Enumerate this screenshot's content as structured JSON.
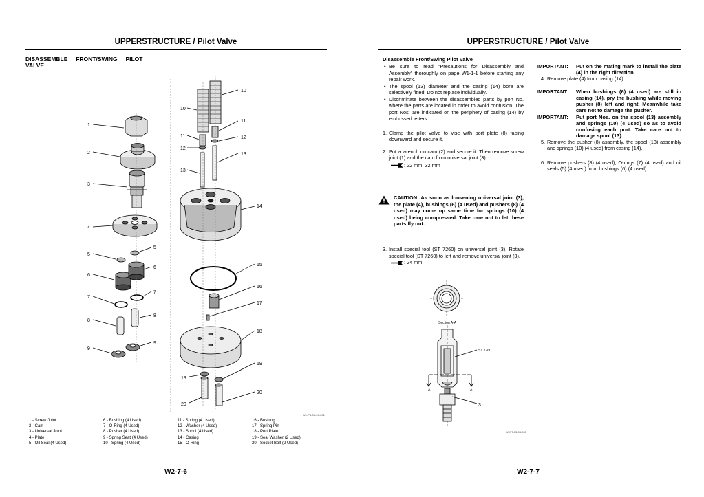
{
  "left_page": {
    "header": "UPPERSTRUCTURE / Pilot Valve",
    "section_title_line1": "DISASSEMBLE     FRONT/SWING     PILOT",
    "section_title_line2": "VALVE",
    "figure_code": "W1-P3-03-07-001",
    "callouts": [
      "1",
      "2",
      "3",
      "4",
      "5",
      "5",
      "6",
      "6",
      "7",
      "7",
      "8",
      "8",
      "9",
      "9",
      "10",
      "10",
      "11",
      "11",
      "12",
      "12",
      "13",
      "13",
      "14",
      "15",
      "16",
      "17",
      "18",
      "19",
      "19",
      "20",
      "20"
    ],
    "legend_col1": [
      "1 -  Screw Joint",
      "2 -  Cam",
      "3 -  Universal Joint",
      "4 -  Plate",
      "5 -  Oil Seal (4 Used)"
    ],
    "legend_col2": [
      "6 -  Bushing (4 Used)",
      "7 -  O-Ring (4 Used)",
      "8 -  Pusher (4 Used)",
      "9 -  Spring Seat (4 Used)",
      "10 - Spring (4 Used)"
    ],
    "legend_col3": [
      "11 - Spring (4 Used)",
      "12 - Washer (4 Used)",
      "13 - Spool (4 Used)",
      "14 - Casing",
      "15 - O-Ring"
    ],
    "legend_col4": [
      "16 - Bushing",
      "17 - Spring Pin",
      "18 - Port Plate",
      "19 - Seal Washer (2 Used)",
      "20 - Socket Bolt (2 Used)"
    ],
    "footer": "W2-7-6"
  },
  "right_page": {
    "header": "UPPERSTRUCTURE / Pilot Valve",
    "section_title": "Disassemble Front/Swing Pilot Valve",
    "bullets": [
      "Be sure to read \"Precautions for Disassembly and Assembly\" thoroughly on page W1-1-1 before starting any repair work.",
      "The spool (13) diameter and the casing (14) bore are selectively fitted. Do not replace individually.",
      "Discriminate between the disassembled parts by port No. where the parts are located in order to avoid confusion. The port Nos. are indicated on the periphery of casing (14) by embossed letters."
    ],
    "step1_num": "1.",
    "step1": "Clamp the pilot valve to vise with port plate (8) facing downward and secure it.",
    "step2_num": "2.",
    "step2": "Put a wrench on cam (2) and secure it. Then remove screw joint (1) and the cam from universal joint (3).",
    "tool1": ": 22 mm, 32 mm",
    "caution": "CAUTION: As soon as loosening universal joint (3), the plate (4), bushings (6) (4 used) and pushers (8) (4 used) may come up same time for springs (10) (4 used) being compressed. Take care not to let these parts fly out.",
    "step3_num": "3.",
    "step3": "Install special tool (ST 7260) on universal joint (3). Rotate special tool (ST 7260) to left and remove universal joint (3).",
    "tool2": ": 24 mm",
    "section_label": "Section A-A",
    "st_label": "ST 7260",
    "label_a1": "A",
    "label_a2": "A",
    "label_3": "3",
    "figure_code": "W077-03-03-003",
    "imp_label": "IMPORTANT:",
    "imp1": "Put on the mating mark to install the plate (4) in the right direction.",
    "step4_num": "4.",
    "step4": "Remove plate (4) from casing (14).",
    "imp2": "When bushings (6) (4 used) are still in casing (14), pry the bushing while moving pusher (8) left and right. Meanwhile take care not to damage the pusher.",
    "imp3": "Put port Nos. on the spool (13) assembly and springs (10) (4 used) so as to avoid confusing each port. Take care not to damage spool (13).",
    "step5_num": "5.",
    "step5": "Remove the pusher (8) assembly, the spool (13) assembly and springs (10) (4 used) from casing (14).",
    "step6_num": "6.",
    "step6": "Remove pushers (8) (4 used), O-rings (7) (4 used) and oil seals (5) (4 used) from bushings (6) (4 used).",
    "footer": "W2-7-7"
  }
}
